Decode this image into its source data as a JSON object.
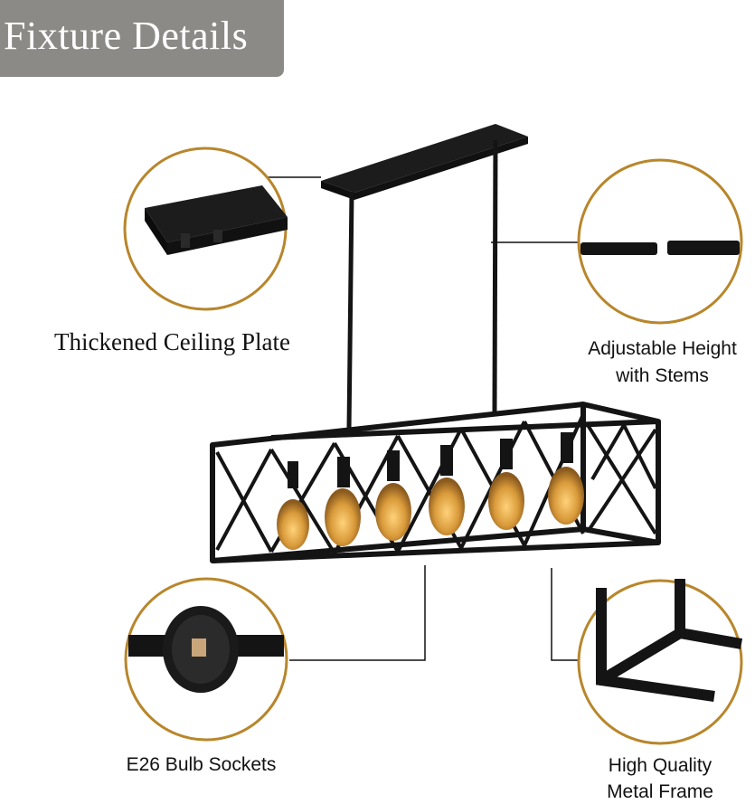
{
  "header": {
    "title": "Fixture Details"
  },
  "callouts": {
    "ceiling_plate": "Thickened Ceiling Plate",
    "height_line1": "Adjustable Height",
    "height_line2": "with Stems",
    "sockets": "E26 Bulb Sockets",
    "frame_line1": "High Quality",
    "frame_line2": "Metal Frame"
  },
  "colors": {
    "badge": "#8c8a86",
    "circle_ring": "#b8862b",
    "fixture": "#141414",
    "bulb_glow": "#d99a3a"
  },
  "bulbs": [
    1,
    2,
    3,
    4,
    5,
    6
  ]
}
